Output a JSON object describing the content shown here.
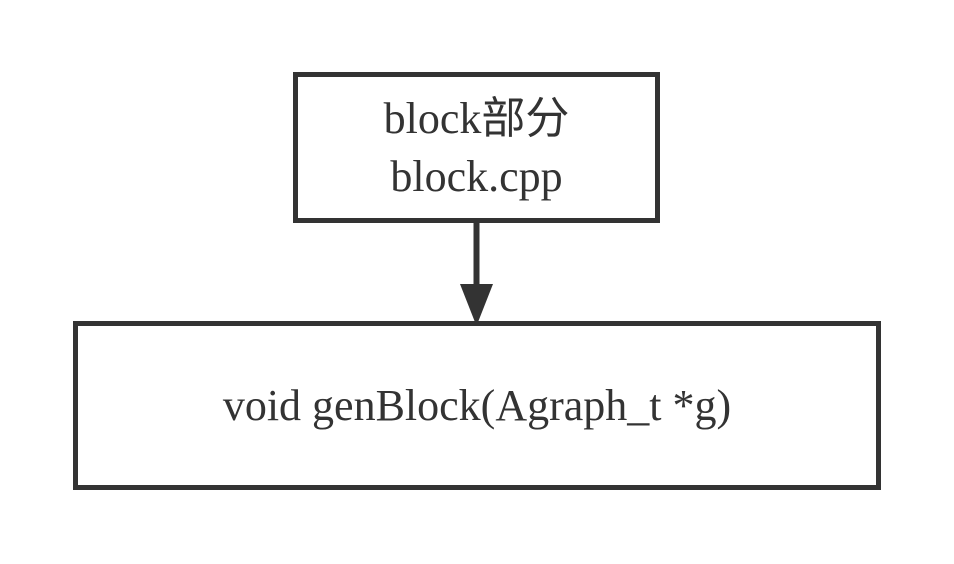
{
  "diagram": {
    "nodes": [
      {
        "id": "block-section",
        "lines": [
          "block部分",
          "block.cpp"
        ]
      },
      {
        "id": "gen-block",
        "lines": [
          "void genBlock(Agraph_t *g)"
        ]
      }
    ],
    "edges": [
      {
        "from": "block-section",
        "to": "gen-block"
      }
    ],
    "colors": {
      "stroke": "#333333",
      "fill": "#ffffff",
      "text": "#333333"
    }
  }
}
